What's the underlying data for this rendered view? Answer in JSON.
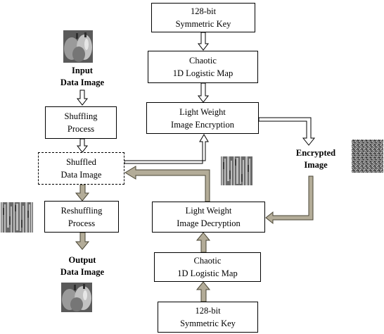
{
  "nodes": {
    "key_top": {
      "line1": "128-bit",
      "line2": "Symmetric Key"
    },
    "map_top": {
      "line1": "Chaotic",
      "line2": "1D Logistic Map"
    },
    "encryption": {
      "line1": "Light Weight",
      "line2": "Image Encryption"
    },
    "input_label": {
      "line1": "Input",
      "line2": "Data Image"
    },
    "shuffling": {
      "line1": "Shuffling",
      "line2": "Process"
    },
    "shuffled": {
      "line1": "Shuffled",
      "line2": "Data Image"
    },
    "reshuffling": {
      "line1": "Reshuffling",
      "line2": "Process"
    },
    "output_label": {
      "line1": "Output",
      "line2": "Data Image"
    },
    "encrypted_label": {
      "line1": "Encrypted",
      "line2": "Image"
    },
    "decryption": {
      "line1": "Light Weight",
      "line2": "Image Decryption"
    },
    "map_bottom": {
      "line1": "Chaotic",
      "line2": "1D Logistic Map"
    },
    "key_bottom": {
      "line1": "128-bit",
      "line2": "Symmetric Key"
    }
  },
  "images": {
    "input": "peppers-photo",
    "shuffled_left": "shuffled-noise",
    "shuffled_right": "shuffled-noise",
    "encrypted": "random-noise",
    "output": "peppers-photo"
  },
  "colors": {
    "box_border": "#000000",
    "open_arrow_fill": "#ffffff",
    "bold_arrow_fill": "#b3ac98",
    "bold_arrow_stroke": "#4a4636"
  }
}
